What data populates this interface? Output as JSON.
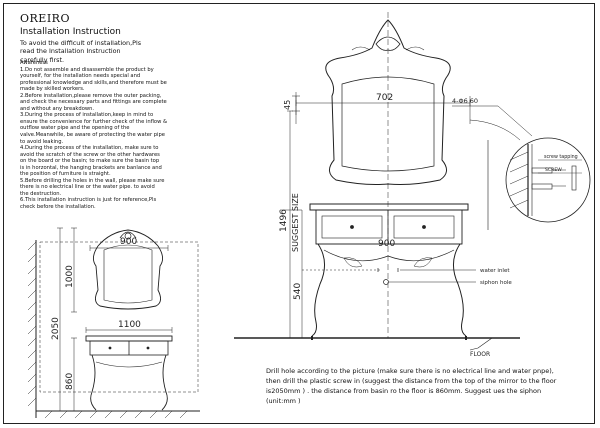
{
  "brand": "OREIRO",
  "heading": "Installation Instruction",
  "intro": "To avoid the difficult of installation,Pls\nread the Installation Instruction\ncarefully first.",
  "rules": [
    "Awareness",
    "1.Do not assemble and disassemble the product by",
    "yourself, for the installation needs special and",
    "professional knowledge and skills,and therefore must be",
    "made by skilled workers.",
    "2.Before installation,please remove the outer packing,",
    "and check the necessary parts and fittings are complete",
    "and without any breakdown.",
    "3.During the process of installation,keep in mind to",
    "ensure the convenience for further check of the inflow &",
    "outflow water pipe and the opening of the",
    "valve.Meanwhile, be aware of protecting the water pipe",
    "to avoid leaking.",
    "4.During the process of the installation, make sure to",
    "avoid the scratch of the screw or the other hardwares",
    "on the board or the basin; to make sure the basin top",
    "is in horzontal, the hanging brackets are banlance and",
    "the position of furniture is straight.",
    "5.Before drilling the holes in the wall, please make sure",
    "there is no electrical line or the water pipe. to avoid",
    "the destruction.",
    "6.This installation instruction is just for reference,Pls",
    "check before the installation."
  ],
  "small_diagram": {
    "width_top": "900",
    "width_bottom": "1100",
    "h_mirror": "1000",
    "h_total": "2050",
    "h_cabinet": "860"
  },
  "big_diagram": {
    "mirror_width": "702",
    "gap": "45",
    "screw_spec": "4-Φ6  60",
    "suggest_size": "SUGGEST SIZE",
    "height_total": "1496",
    "basin_width": "900",
    "height_inlet": "540",
    "water_inlet": "water inlet",
    "siphon_hole": "siphon hole",
    "floor": "FLOOR",
    "screw_tapping": "screw tapping",
    "screw": "SCREW"
  },
  "drill_text": "Drill hole according to the picture (make sure there is no electrical line and water pnpe), then drill the plastic screw in (suggest the distance from the top of the mirror to the floor is2050mm ) . the distance from basin ro the floor is 860mm. Suggest ues the siphon (unit:mm )"
}
